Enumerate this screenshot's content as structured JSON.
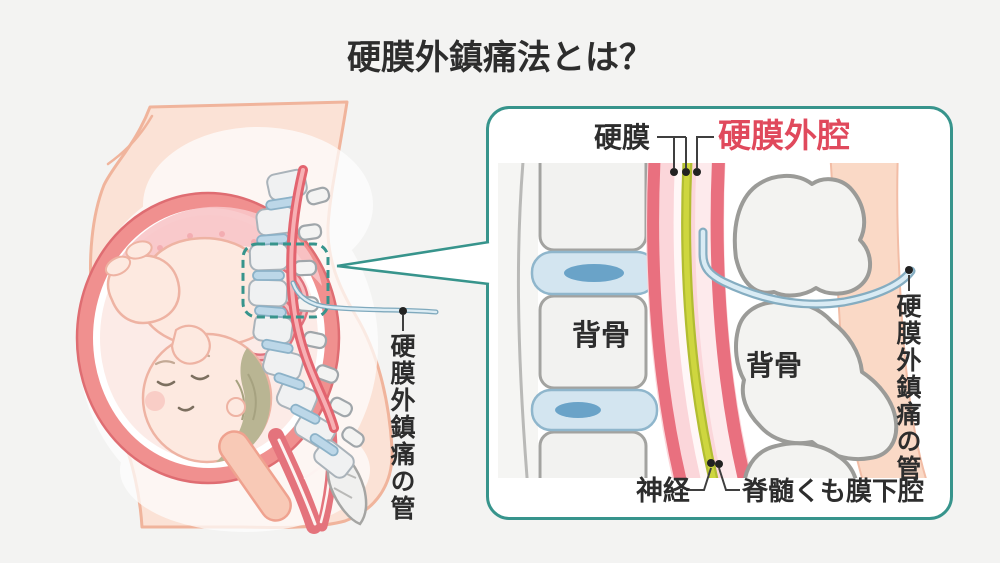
{
  "title": "硬膜外鎮痛法とは？",
  "left_figure": {
    "catheter_label": "硬膜外鎮痛の管"
  },
  "detail_box": {
    "dura_label": "硬膜",
    "epidural_space_label": "硬膜外腔",
    "vertebra_left_label": "背骨",
    "vertebra_right_label": "背骨",
    "nerve_label": "神経",
    "subarachnoid_label": "脊髄くも膜下腔",
    "catheter_label": "硬膜外鎮痛の管"
  },
  "colors": {
    "background": "#f3f3f2",
    "accent_teal": "#37948c",
    "emphasis_red_label": "#e0495c",
    "title_text": "#2d2d2d",
    "skin_fill": "#fbe2d6",
    "skin_outline": "#f0b49c",
    "uterus_ring": "#f0908f",
    "spinal_cord_red": "#e3646f",
    "nerve_yellow": "#c9d139",
    "disc_blue": "#d3e5f0",
    "bone_outline_gray": "#9b9b98",
    "catheter_blue": "#d9ebf4"
  }
}
